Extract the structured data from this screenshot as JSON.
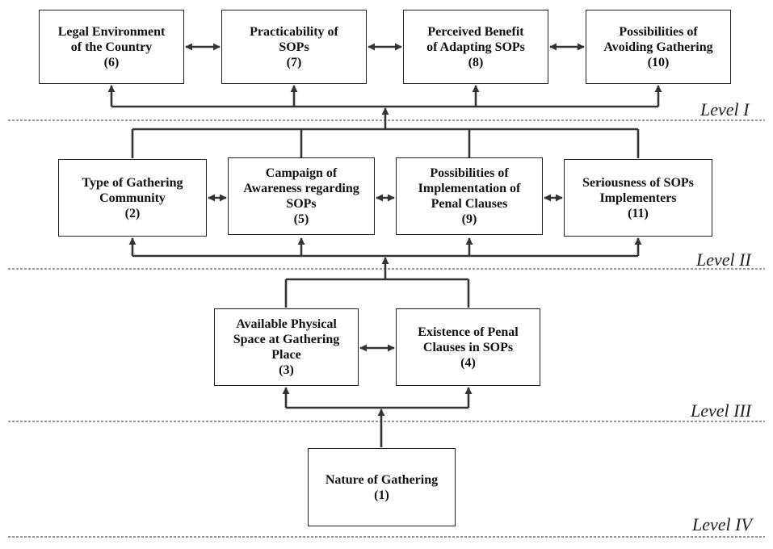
{
  "levels": [
    "Level I",
    "Level II",
    "Level III",
    "Level IV"
  ],
  "nodes": {
    "n6": [
      "Legal Environment",
      "of the Country",
      "(6)"
    ],
    "n7": [
      "Practicability of",
      "SOPs",
      "(7)"
    ],
    "n8": [
      "Perceived Benefit",
      "of Adapting SOPs",
      "(8)"
    ],
    "n10": [
      "Possibilities of",
      "Avoiding Gathering",
      "(10)"
    ],
    "n2": [
      "Type of Gathering",
      "Community",
      "(2)"
    ],
    "n5": [
      "Campaign of",
      "Awareness regarding",
      "SOPs",
      "(5)"
    ],
    "n9": [
      "Possibilities of",
      "Implementation of",
      "Penal Clauses",
      "(9)"
    ],
    "n11": [
      "Seriousness of SOPs",
      "Implementers",
      "(11)"
    ],
    "n3": [
      "Available Physical",
      "Space at Gathering",
      "Place",
      "(3)"
    ],
    "n4": [
      "Existence of Penal",
      "Clauses in SOPs",
      "(4)"
    ],
    "n1": [
      "Nature of Gathering",
      "(1)"
    ]
  },
  "colors": {
    "line": "#333333",
    "separator": "#777777",
    "text": "#111111"
  }
}
